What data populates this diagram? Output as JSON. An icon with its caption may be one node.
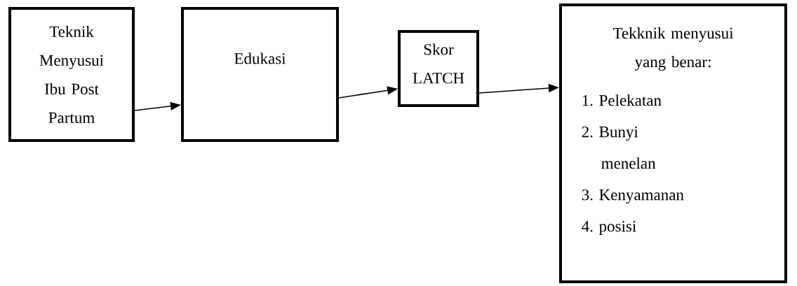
{
  "diagram": {
    "nodes": [
      {
        "text": [
          "Teknik Menyusui Ibu Post Partum"
        ]
      },
      {
        "text": [
          "Edukasi"
        ]
      },
      {
        "text": [
          "Skor LATCH"
        ]
      },
      {
        "text": [
          "Tekknik menyusui yang benar:",
          "1. Pelekatan",
          "2. Bunyi menelan",
          "3. Kenyamanan",
          "4. posisi"
        ]
      }
    ],
    "edges": [
      {
        "from": 0,
        "to": 1,
        "arrow": "to"
      },
      {
        "from": 1,
        "to": 2,
        "arrow": "to"
      },
      {
        "from": 2,
        "to": 3,
        "arrow": "to"
      }
    ]
  }
}
